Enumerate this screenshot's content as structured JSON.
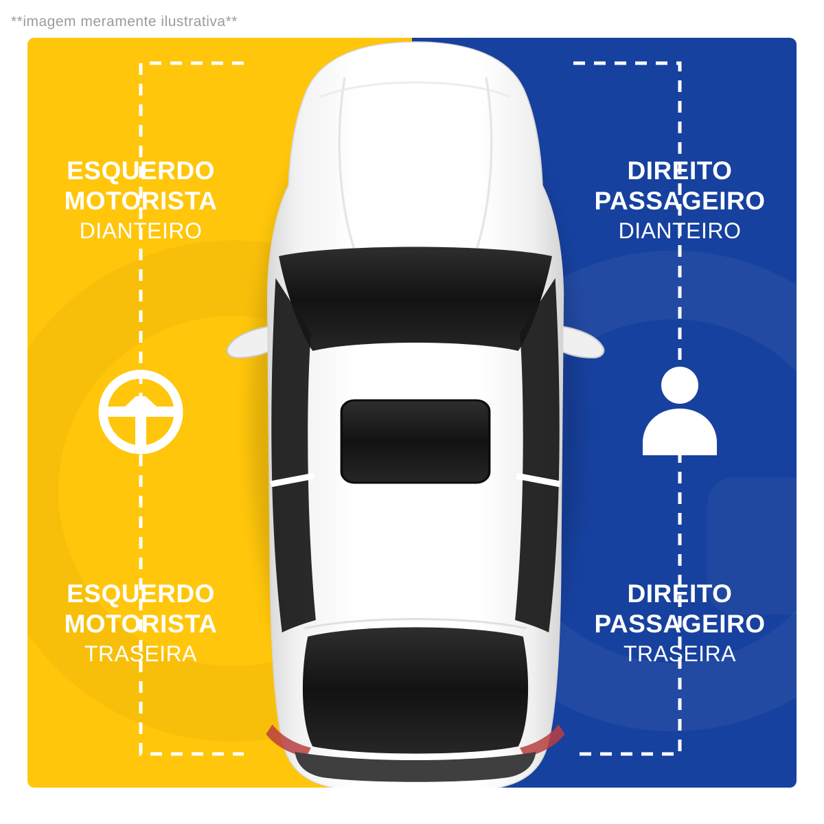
{
  "disclaimer": "**imagem meramente ilustrativa**",
  "colors": {
    "yellow": "#FFC60B",
    "blue": "#17419E",
    "text": "#FFFFFF",
    "disclaimer": "#9B9B9B"
  },
  "left": {
    "side_color_name": "yellow",
    "icon": "steering-wheel-icon",
    "front": {
      "line1": "ESQUERDO",
      "line2": "MOTORISTA",
      "line3": "DIANTEIRO"
    },
    "rear": {
      "line1": "ESQUERDO",
      "line2": "MOTORISTA",
      "line3": "TRASEIRA"
    }
  },
  "right": {
    "side_color_name": "blue",
    "icon": "person-icon",
    "front": {
      "line1": "DIREITO",
      "line2": "PASSAGEIRO",
      "line3": "DIANTEIRO"
    },
    "rear": {
      "line1": "DIREITO",
      "line2": "PASSAGEIRO",
      "line3": "TRASEIRA"
    }
  },
  "car": {
    "description": "white car top view"
  }
}
